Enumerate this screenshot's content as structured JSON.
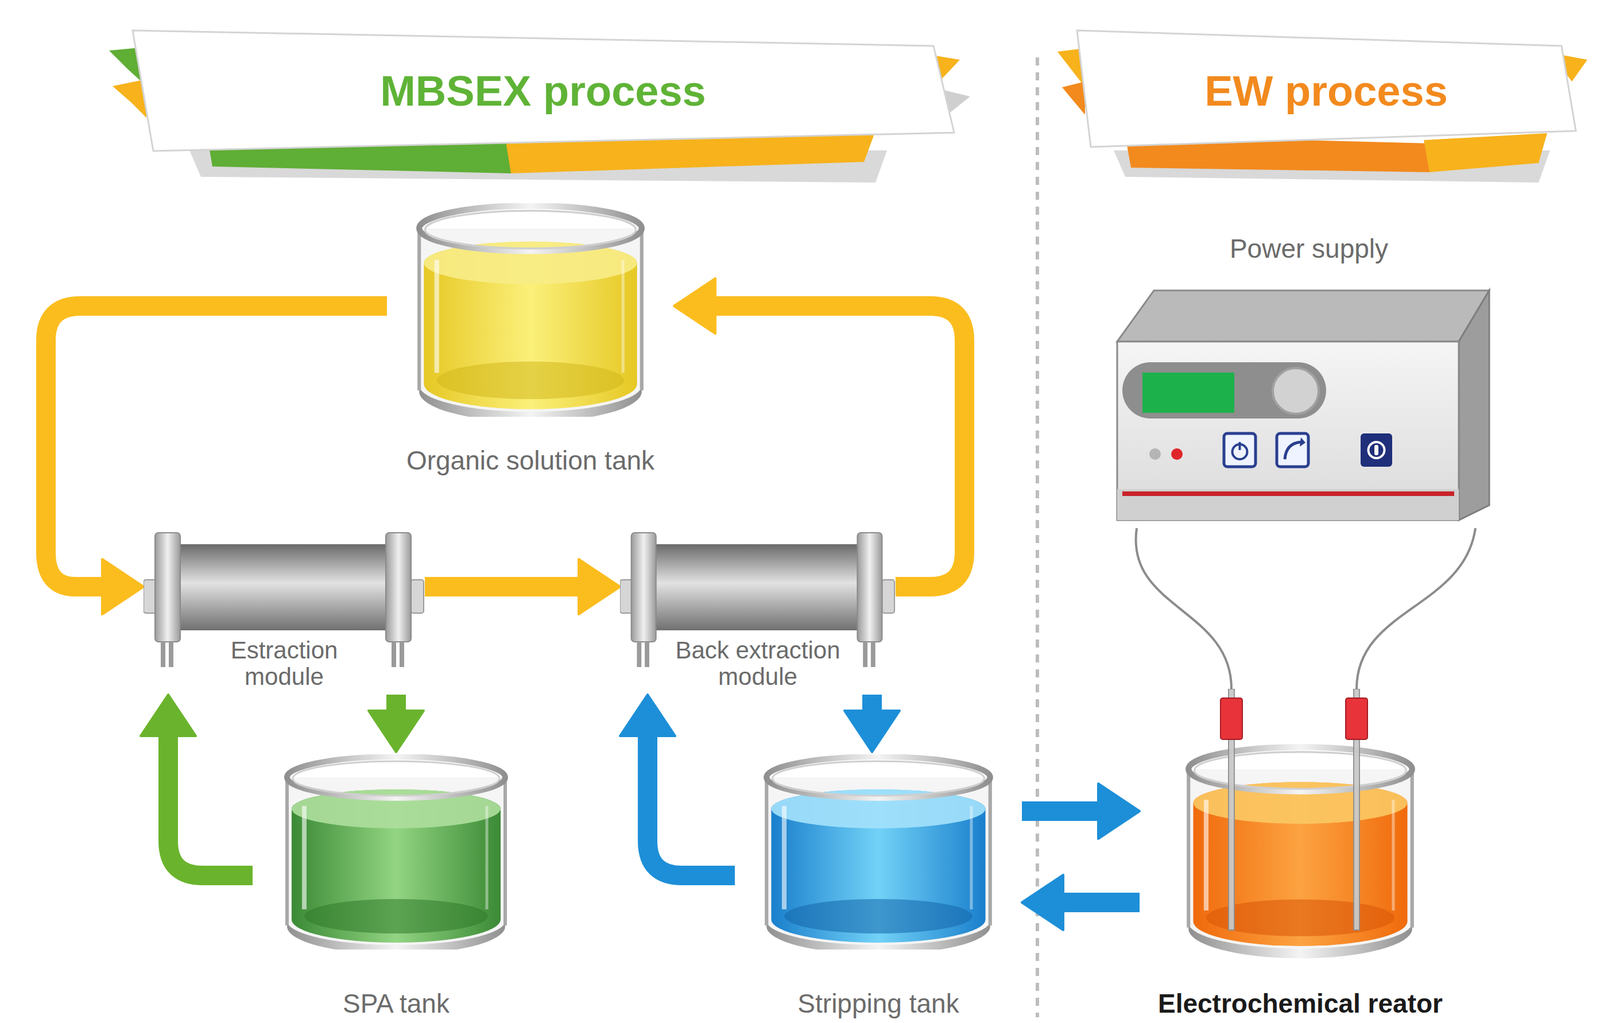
{
  "diagram": {
    "nodes": [
      {
        "text": [
          "Organic solution tank"
        ]
      },
      {
        "text": [
          "Estraction module"
        ]
      },
      {
        "text": [
          "Back extraction module"
        ]
      },
      {
        "text": [
          "SPA tank"
        ]
      },
      {
        "text": [
          "Stripping tank"
        ]
      },
      {
        "text": [
          "Power supply"
        ]
      },
      {
        "text": [
          "Electrochemical reator"
        ]
      }
    ],
    "edges": [
      {
        "from": 0,
        "to": 1,
        "arrow": "to"
      },
      {
        "from": 1,
        "to": 2,
        "arrow": "to"
      },
      {
        "from": 2,
        "to": 0,
        "arrow": "to"
      },
      {
        "from": 1,
        "to": 3,
        "arrow": "to"
      },
      {
        "from": 3,
        "to": 1,
        "arrow": "to"
      },
      {
        "from": 2,
        "to": 4,
        "arrow": "to"
      },
      {
        "from": 4,
        "to": 2,
        "arrow": "to"
      },
      {
        "from": 4,
        "to": 6,
        "arrow": "to"
      },
      {
        "from": 6,
        "to": 4,
        "arrow": "to"
      },
      {
        "from": 5,
        "to": 6,
        "arrow": "none"
      },
      {
        "from": 5,
        "to": 6,
        "arrow": "none"
      }
    ],
    "labels": [
      "MBSEX process",
      "EW process"
    ]
  }
}
